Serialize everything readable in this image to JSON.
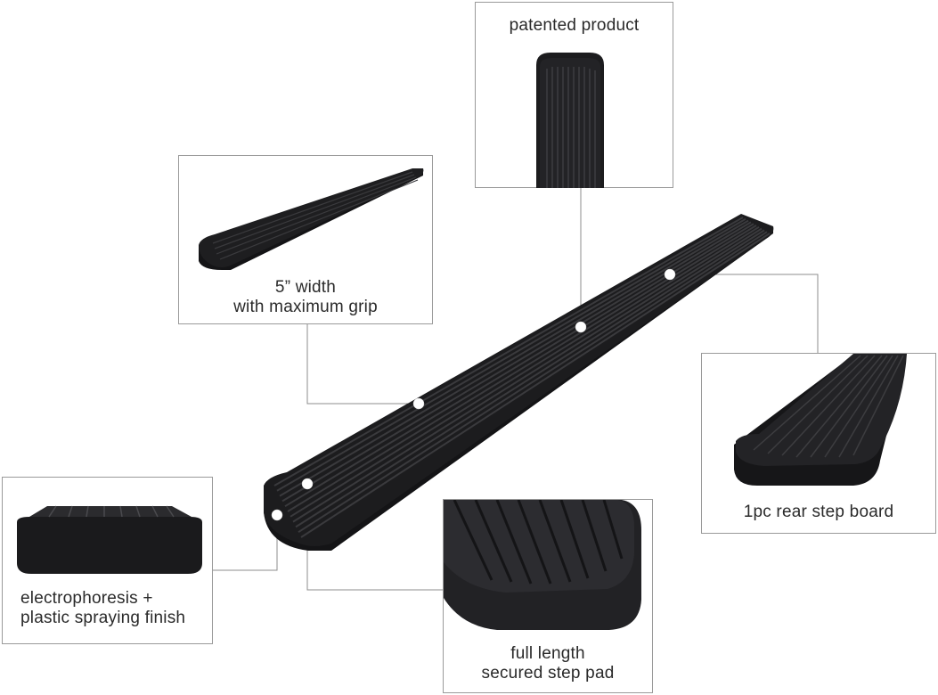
{
  "product": {
    "name_visual": "black running board with ribbed step pad",
    "colors": {
      "board": "#1c1c1e",
      "board_edge": "#2e2e31",
      "rib": "#3a3a3d",
      "border": "#9a9a9a",
      "leader": "#8c8c8c",
      "dot": "#ffffff"
    }
  },
  "callouts": {
    "patented": {
      "line1": "patented product"
    },
    "width": {
      "line1": "5” width",
      "line2": "with maximum grip"
    },
    "rear": {
      "line1": "1pc rear step board"
    },
    "finish": {
      "line1": "electrophoresis +",
      "line2": "plastic spraying finish"
    },
    "pad": {
      "line1": "full length",
      "line2": "secured step pad"
    }
  }
}
